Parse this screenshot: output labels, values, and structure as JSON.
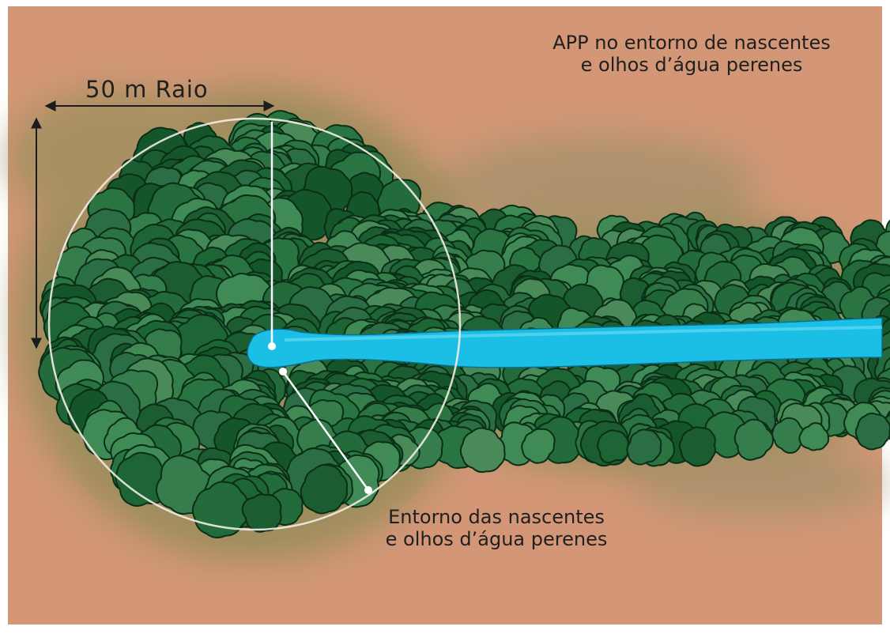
{
  "title": {
    "line1": "APP no entorno de nascentes",
    "line2": "e olhos d’água perenes"
  },
  "radius_label": "50 m  Raio",
  "callout": {
    "line1": "Entorno das nascentes",
    "line2": "e olhos d’água perenes"
  },
  "colors": {
    "soil": "#d39777",
    "grass": "#8c8a55",
    "forest_dark": "#0f4a23",
    "forest_mid": "#2f7a45",
    "forest_light": "#3f8a55",
    "water": "#1bbfe6",
    "circle": "#f4ece6",
    "arrow": "#1c1c1c",
    "text": "#1f1f1f"
  }
}
